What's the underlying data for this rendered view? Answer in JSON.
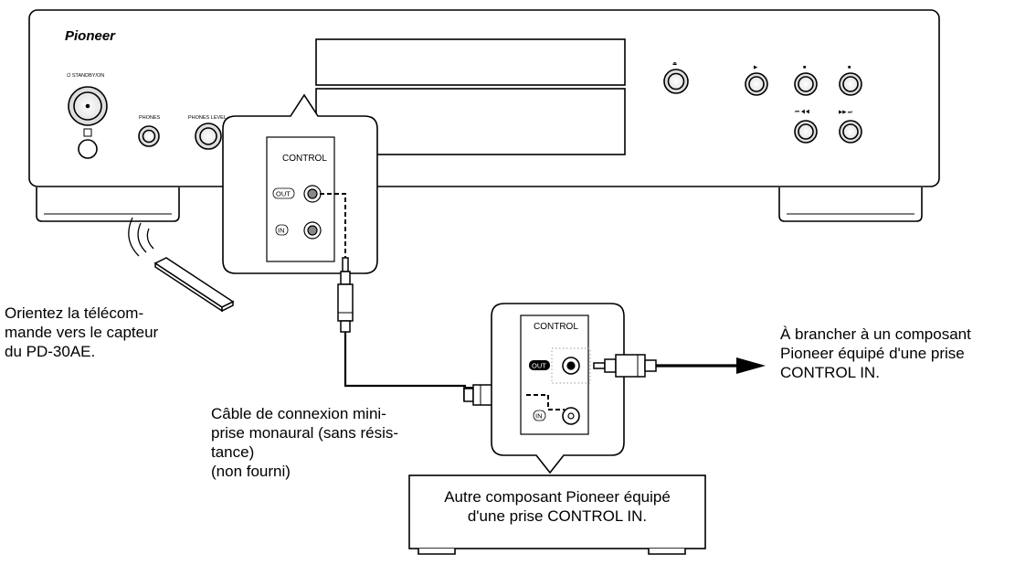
{
  "player": {
    "brand": "Pioneer",
    "standby_label": "⏻ STANDBY/ON",
    "phones_label": "PHONES",
    "phones_level_label": "PHONES LEVEL",
    "eject_symbol": "⏏",
    "play_symbol": "▶",
    "pause_symbol": "■",
    "stop_symbol": "■",
    "prev_symbols": "⏮ ◀◀",
    "next_symbols": "▶▶ ⏭"
  },
  "panel_top": {
    "title": "CONTROL",
    "out_label": "OUT",
    "in_label": "IN"
  },
  "panel_bottom": {
    "title": "CONTROL",
    "out_label": "OUT",
    "in_label": "IN"
  },
  "labels": {
    "remote_hint": "Orientez la télécom-\nmande vers le capteur\ndu PD-30AE.",
    "cable": "Câble de connexion mini-\nprise monaural (sans résis-\ntance)\n(non fourni)",
    "destination": "À brancher à un composant\nPioneer équipé d'une prise\nCONTROL IN.",
    "other_component": "Autre composant Pioneer équipé\nd'une prise CONTROL IN."
  },
  "colors": {
    "stroke": "#000000",
    "background": "#ffffff",
    "jack_dots": "#bbbbbb"
  }
}
